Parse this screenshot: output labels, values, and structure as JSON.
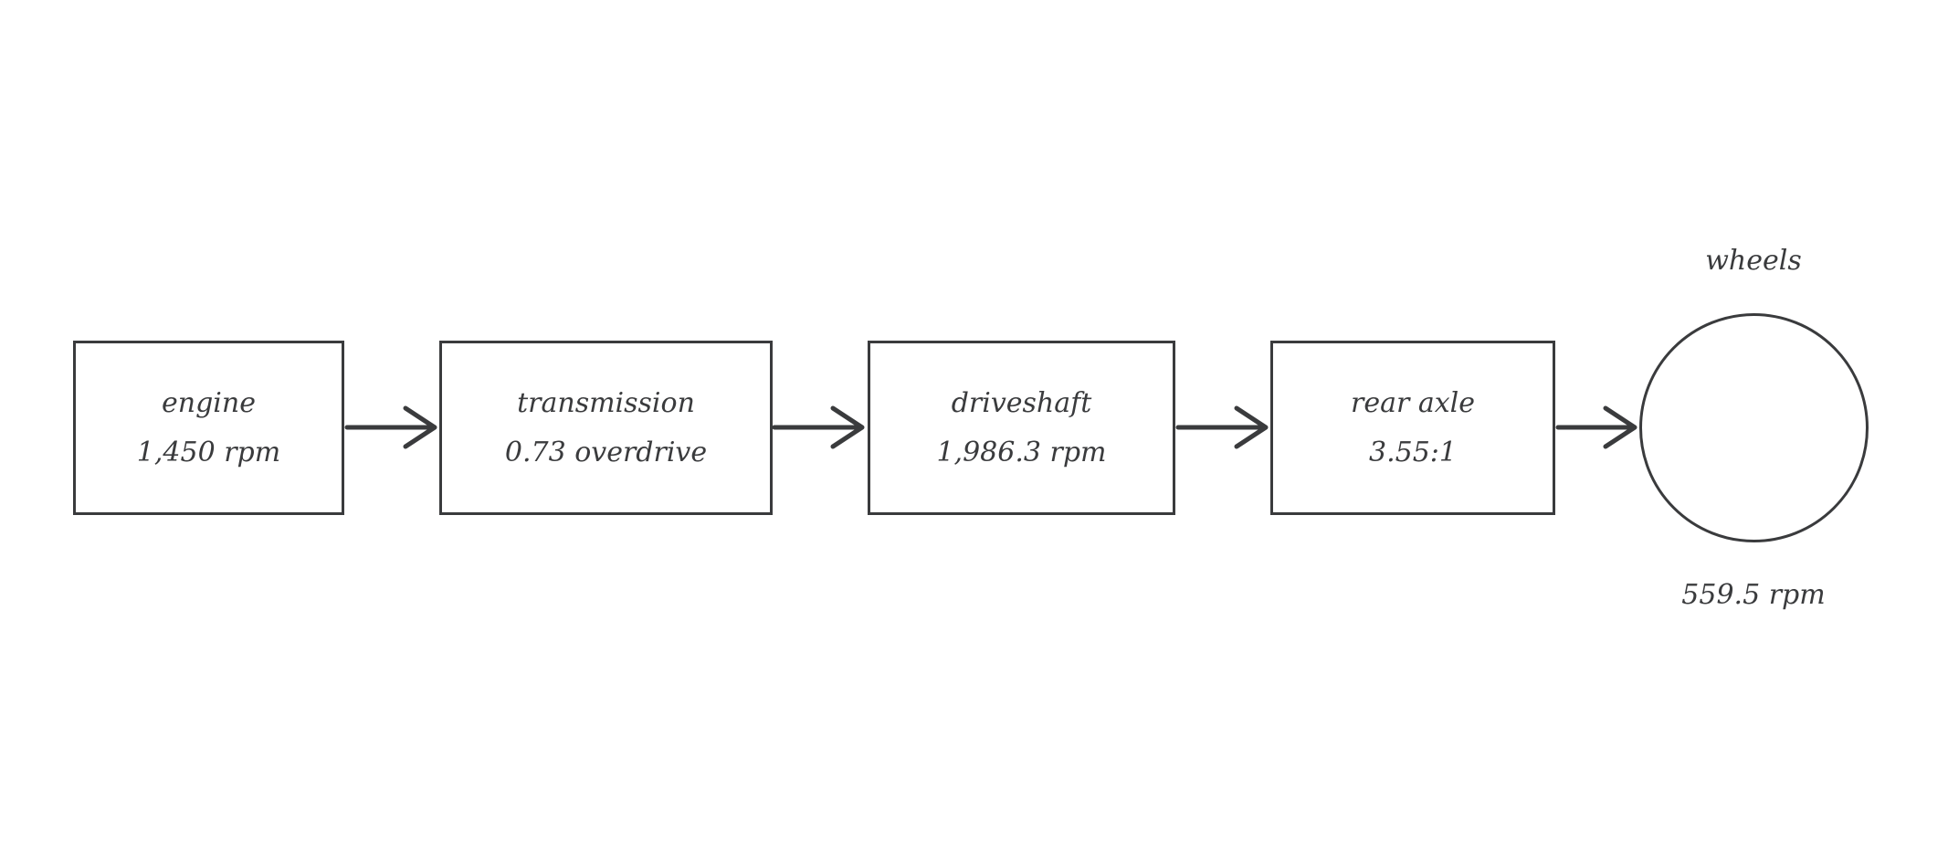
{
  "diagram": {
    "nodes": [
      {
        "id": "engine",
        "label": "engine",
        "value": "1,450 rpm"
      },
      {
        "id": "transmission",
        "label": "transmission",
        "value": "0.73 overdrive"
      },
      {
        "id": "driveshaft",
        "label": "driveshaft",
        "value": "1,986.3 rpm"
      },
      {
        "id": "rear_axle",
        "label": "rear axle",
        "value": "3.55:1"
      }
    ],
    "wheels": {
      "label": "wheels",
      "value": "559.5 rpm"
    },
    "edges": [
      {
        "from": "engine",
        "to": "transmission"
      },
      {
        "from": "transmission",
        "to": "driveshaft"
      },
      {
        "from": "driveshaft",
        "to": "rear_axle"
      },
      {
        "from": "rear_axle",
        "to": "wheels"
      }
    ],
    "colors": {
      "stroke": "#3a3b3d",
      "background": "#ffffff"
    }
  }
}
